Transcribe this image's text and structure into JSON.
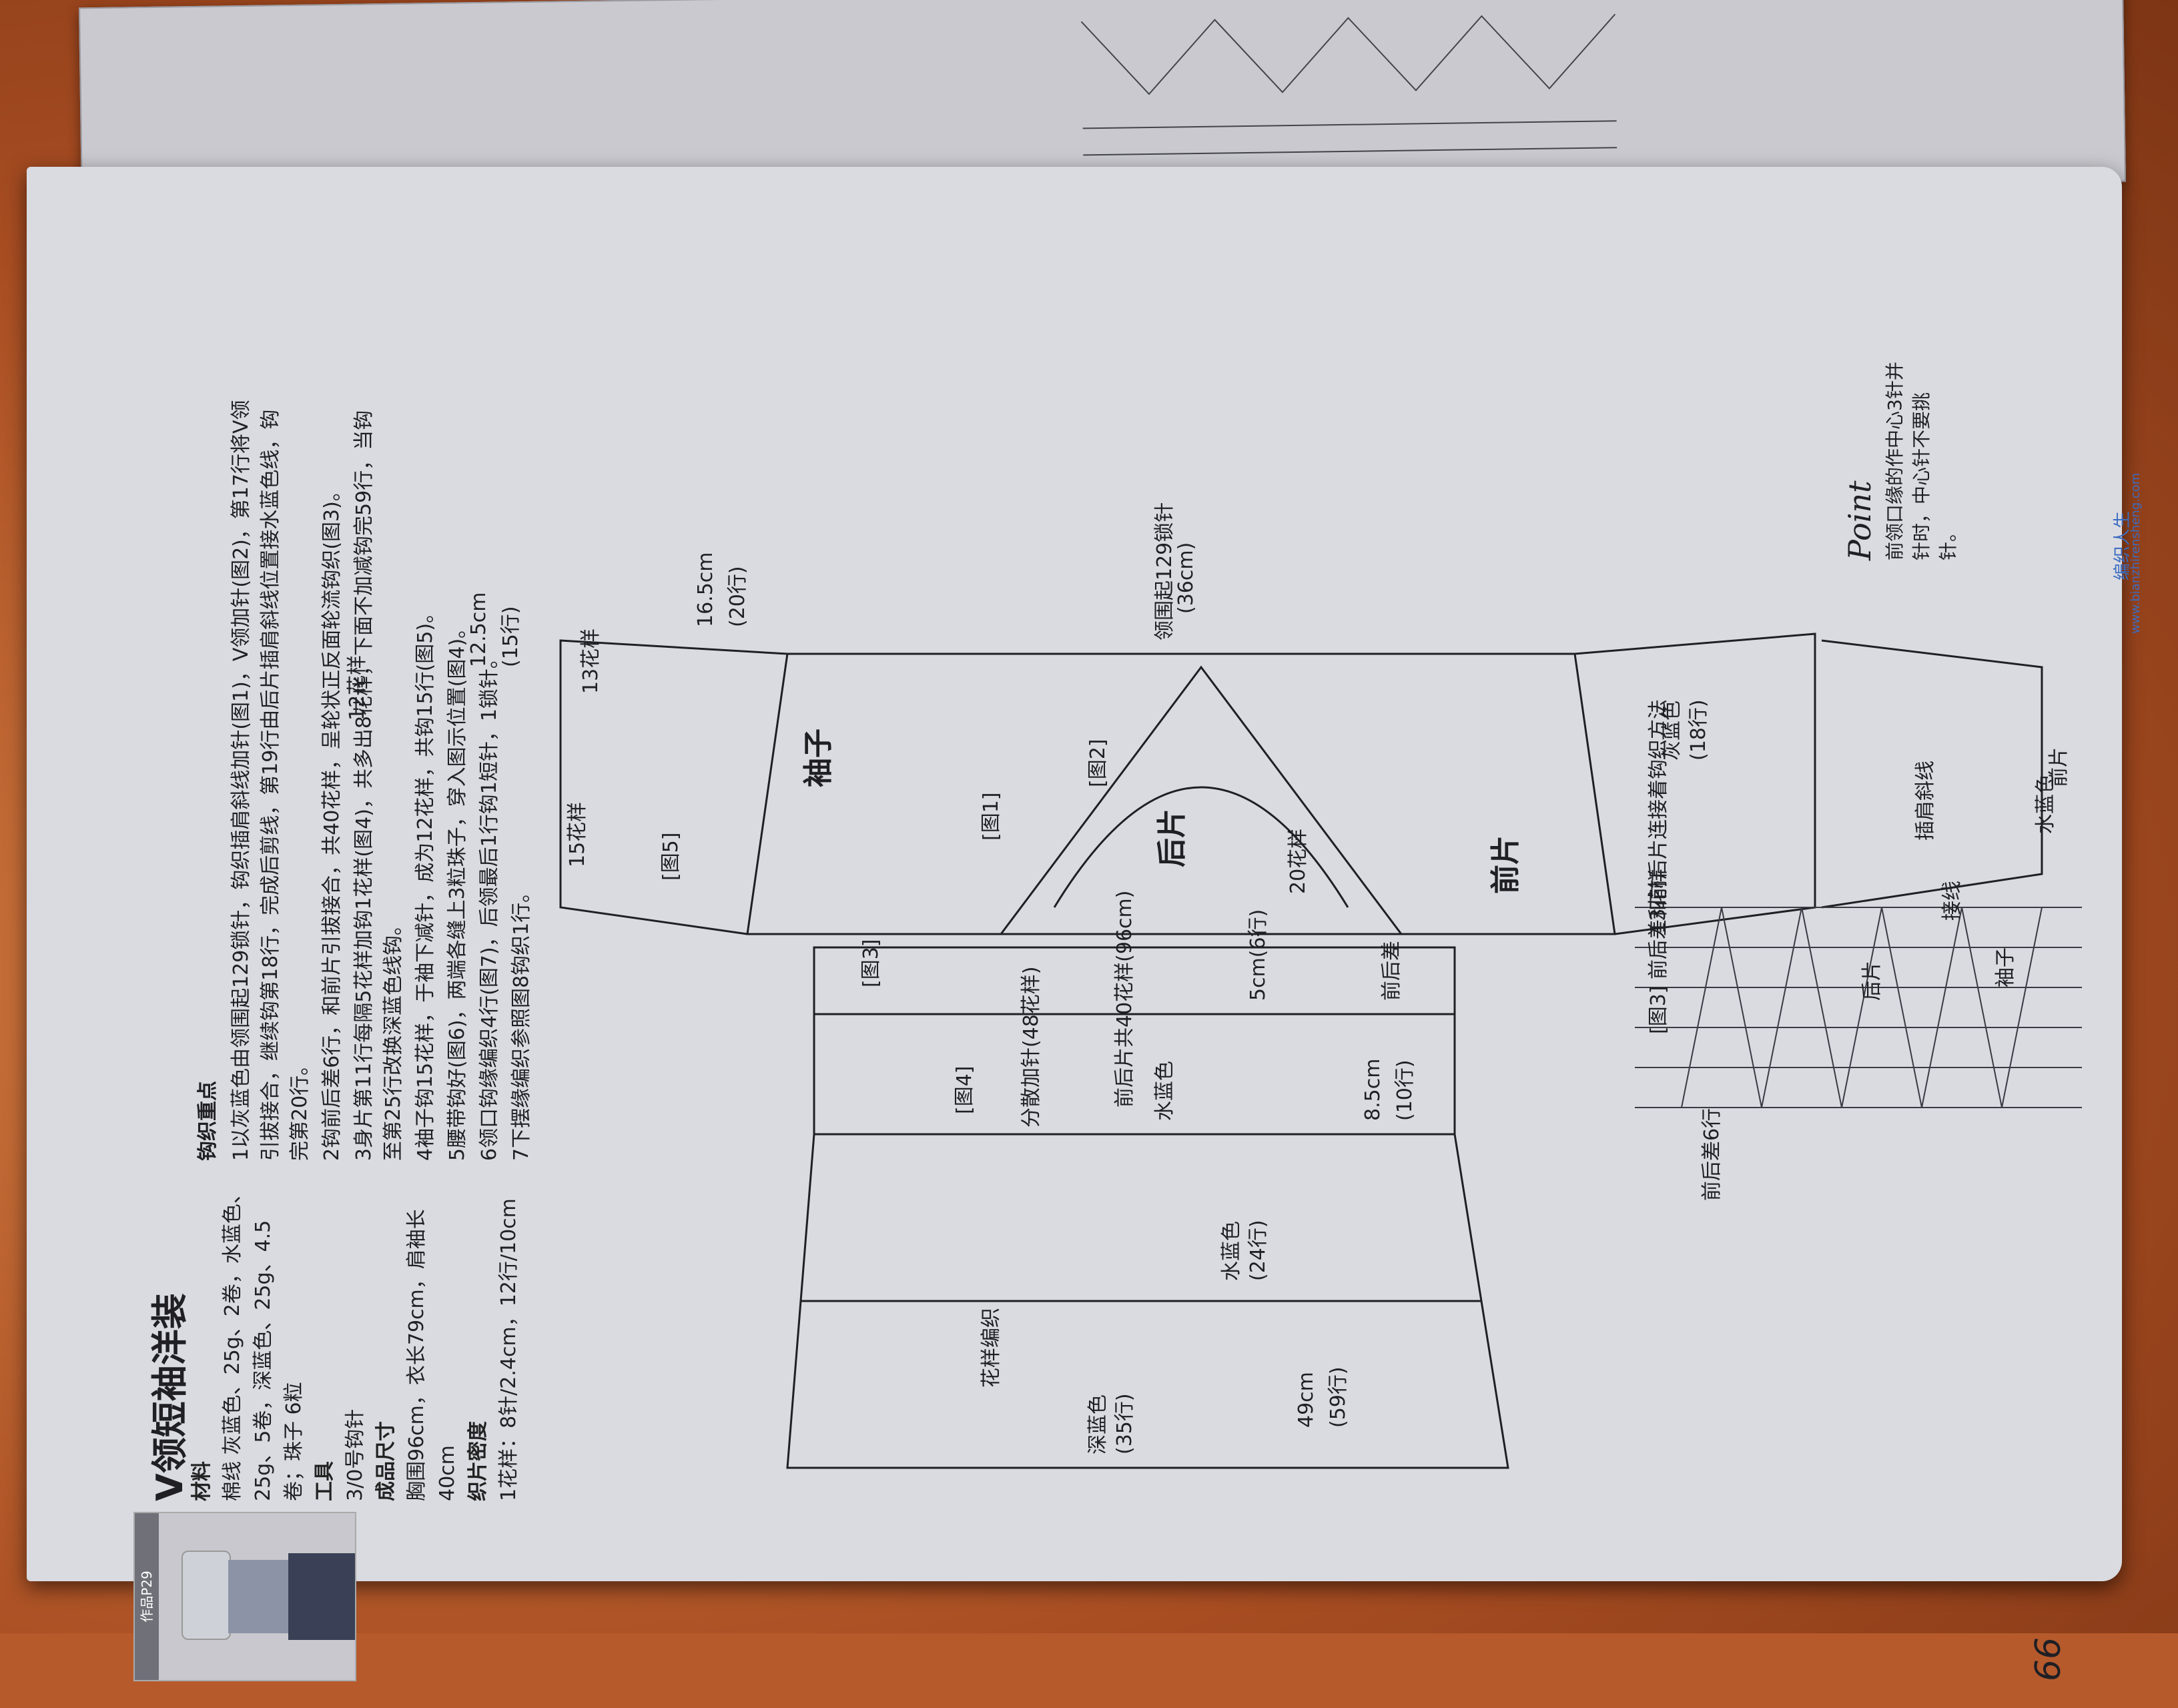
{
  "page": {
    "title": "V领短袖洋装",
    "work_tag": "作品P29",
    "page_number": "66",
    "watermark": "编织人生",
    "watermark_url": "www.bianzhirensheng.com"
  },
  "materials": {
    "materials_label": "材料",
    "materials_text": "棉线  灰蓝色、25g、2卷，水蓝色、25g、5卷，深蓝色、25g、4.5卷；珠子  6粒",
    "tools_label": "工具",
    "tools_text": "3/0号钩针",
    "size_label": "成品尺寸",
    "size_text": "胸围96cm，衣长79cm，肩袖长40cm",
    "gauge_label": "织片密度",
    "gauge_text": "1花样：8针/2.4cm，12行/10cm"
  },
  "steps": {
    "heading": "钩织重点",
    "items": [
      "1以灰蓝色由领围起129锁针，钩织插肩斜线加针(图1)，V领加针(图2)，第17行将V领引拔接合，继续钩第18行，完成后剪线，第19行由后片插肩斜线位置接水蓝色线，钩完第20行。",
      "2钩前后差6行，和前片引拔接合，共40花样，呈轮状正反面轮流钩织(图3)。",
      "3身片第11行每隔5花样加钩1花样(图4)，共多出8花样，下面不加减钩完59行，当钩至第25行改换深蓝色线钩。",
      "4袖子钩15花样，于袖下减针，成为12花样，共钩15行(图5)。",
      "5腰带钩好(图6)，两端各缝上3粒珠子，穿入图示位置(图4)。",
      "6领口钩缘编织4行(图7)，后领最后1行钩1短针，1锁针。",
      "7下摆缘编织参照图8钩织1行。"
    ]
  },
  "diagram": {
    "fig3_title": "[图3] 前后差和前后片连接着钩织方法",
    "fig3_label": "[图3]",
    "fig4_label": "[图4]",
    "fig1_label": "[图1]",
    "fig2_label": "[图2]",
    "fig5_label": "[图5]",
    "pattern_knit": "花样编织",
    "deep_blue": "深蓝色",
    "deep_blue_rows": "(35行)",
    "water_blue": "水蓝色",
    "water_blue_rows": "(24行)",
    "water_blue_main": "水蓝色",
    "spread_increase": "分散加针(48花样)",
    "front_back_total": "前后片共40花样(96cm)",
    "length": "49cm",
    "length_rows": "(59行)",
    "band_len": "8.5cm",
    "band_rows": "(10行)",
    "fb_diff": "前后差",
    "fb_diff_cm": "5cm(6行)",
    "front_panel": "前片",
    "back_panel": "后片",
    "sleeve": "袖子",
    "pattern_20": "20花样",
    "grey_blue": "灰蓝色",
    "grey_blue_rows": "(18行)",
    "neck_start": "领围起129锁针",
    "neck_cm": "(36cm)",
    "sleeve_len": "16.5cm",
    "sleeve_rows": "(20行)",
    "sleeve_13": "13花样",
    "sleeve_15": "15花样",
    "sleeve_12": "12花样",
    "cuff_len": "12.5cm",
    "cuff_rows": "(15行)",
    "water_blue_cuff": "水蓝色",
    "side_13": "13花样",
    "rows_diff": "前后差6行",
    "back_piece": "后片",
    "sleeve_piece": "袖子",
    "front_piece": "前片",
    "raglan": "插肩斜线",
    "attach": "接线"
  },
  "point": {
    "label": "Point",
    "text": "前领口缘的作中心3针并针时，中心针不要挑针。"
  }
}
